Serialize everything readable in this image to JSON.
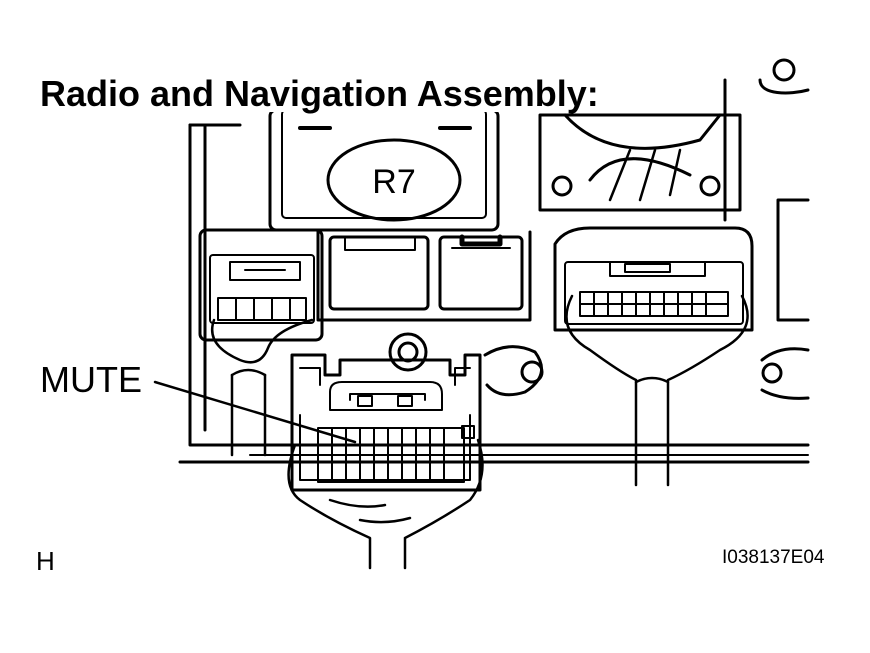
{
  "figure": {
    "title": "Radio and Navigation Assembly:",
    "connector_label": "R7",
    "callout_label": "MUTE",
    "view_letter": "H",
    "figure_id": "I038137E04"
  }
}
